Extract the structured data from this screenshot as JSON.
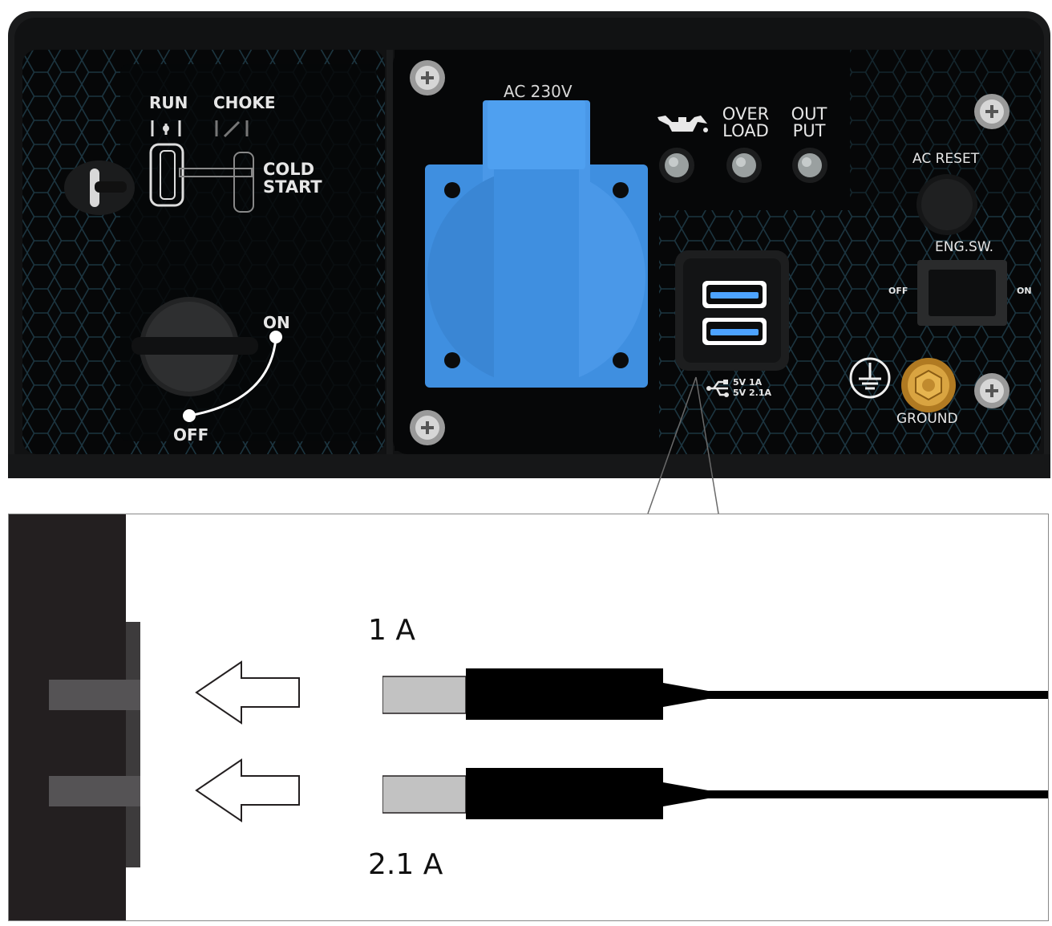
{
  "choke_panel": {
    "run_label": "RUN",
    "choke_label": "CHOKE",
    "cold_start_line1": "COLD",
    "cold_start_line2": "START",
    "switch_on_label": "ON",
    "switch_off_label": "OFF"
  },
  "output_panel": {
    "ac_label": "AC 230V",
    "indicator_overload_line1": "OVER",
    "indicator_overload_line2": "LOAD",
    "indicator_output_line1": "OUT",
    "indicator_output_line2": "PUT",
    "ac_reset_label": "AC RESET",
    "eng_sw_label": "ENG.SW.",
    "eng_sw_off": "OFF",
    "eng_sw_on": "ON",
    "usb_rating_1": "5V 1A",
    "usb_rating_2": "5V 2.1A",
    "ground_label": "GROUND"
  },
  "zoom_detail": {
    "top_port_label": "1 A",
    "bottom_port_label": "2.1 A"
  },
  "colors": {
    "socket_blue": "#3f8fe0",
    "panel_black": "#0b0c0d",
    "usb_blue": "#4da3ff",
    "ground_brass": "#d9a441"
  },
  "icons": [
    "oil-can-icon",
    "usb-symbol-icon",
    "ground-symbol-icon",
    "screw-icon",
    "arrow-left-icon"
  ]
}
